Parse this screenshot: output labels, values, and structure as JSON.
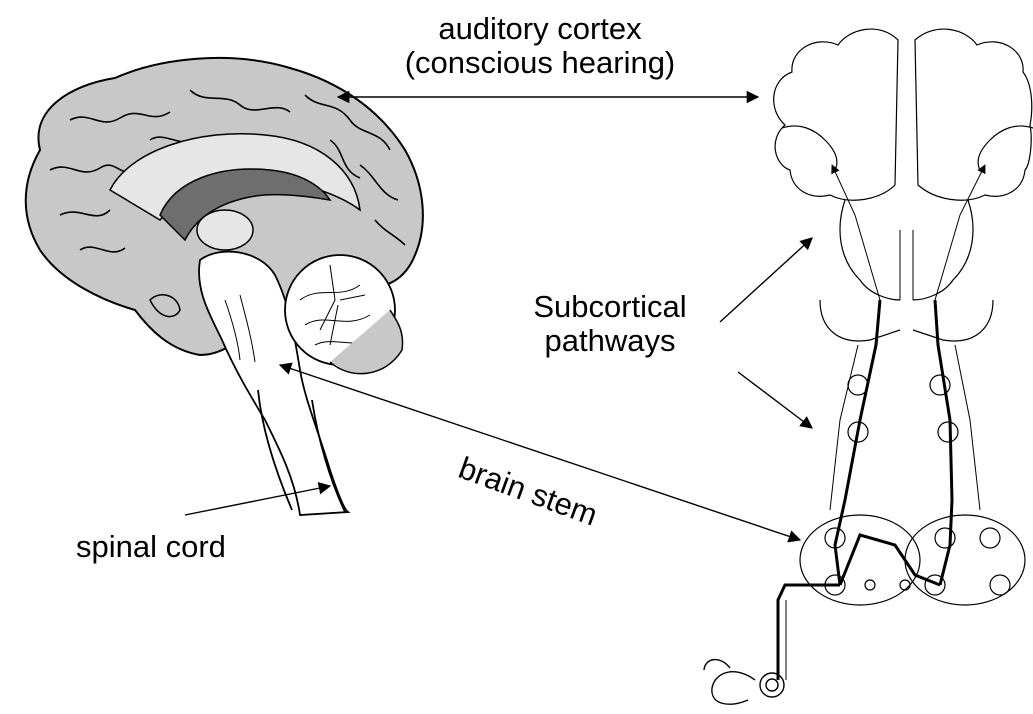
{
  "labels": {
    "auditory_cortex_line1": "auditory cortex",
    "auditory_cortex_line2": "(conscious hearing)",
    "subcortical_line1": "Subcortical",
    "subcortical_line2": "pathways",
    "brain_stem": "brain stem",
    "spinal_cord": "spinal cord"
  },
  "colors": {
    "brain_fill": "#c8c8c8",
    "brain_dark": "#6e6e6e",
    "brain_light": "#e6e6e6",
    "ink": "#000000"
  }
}
